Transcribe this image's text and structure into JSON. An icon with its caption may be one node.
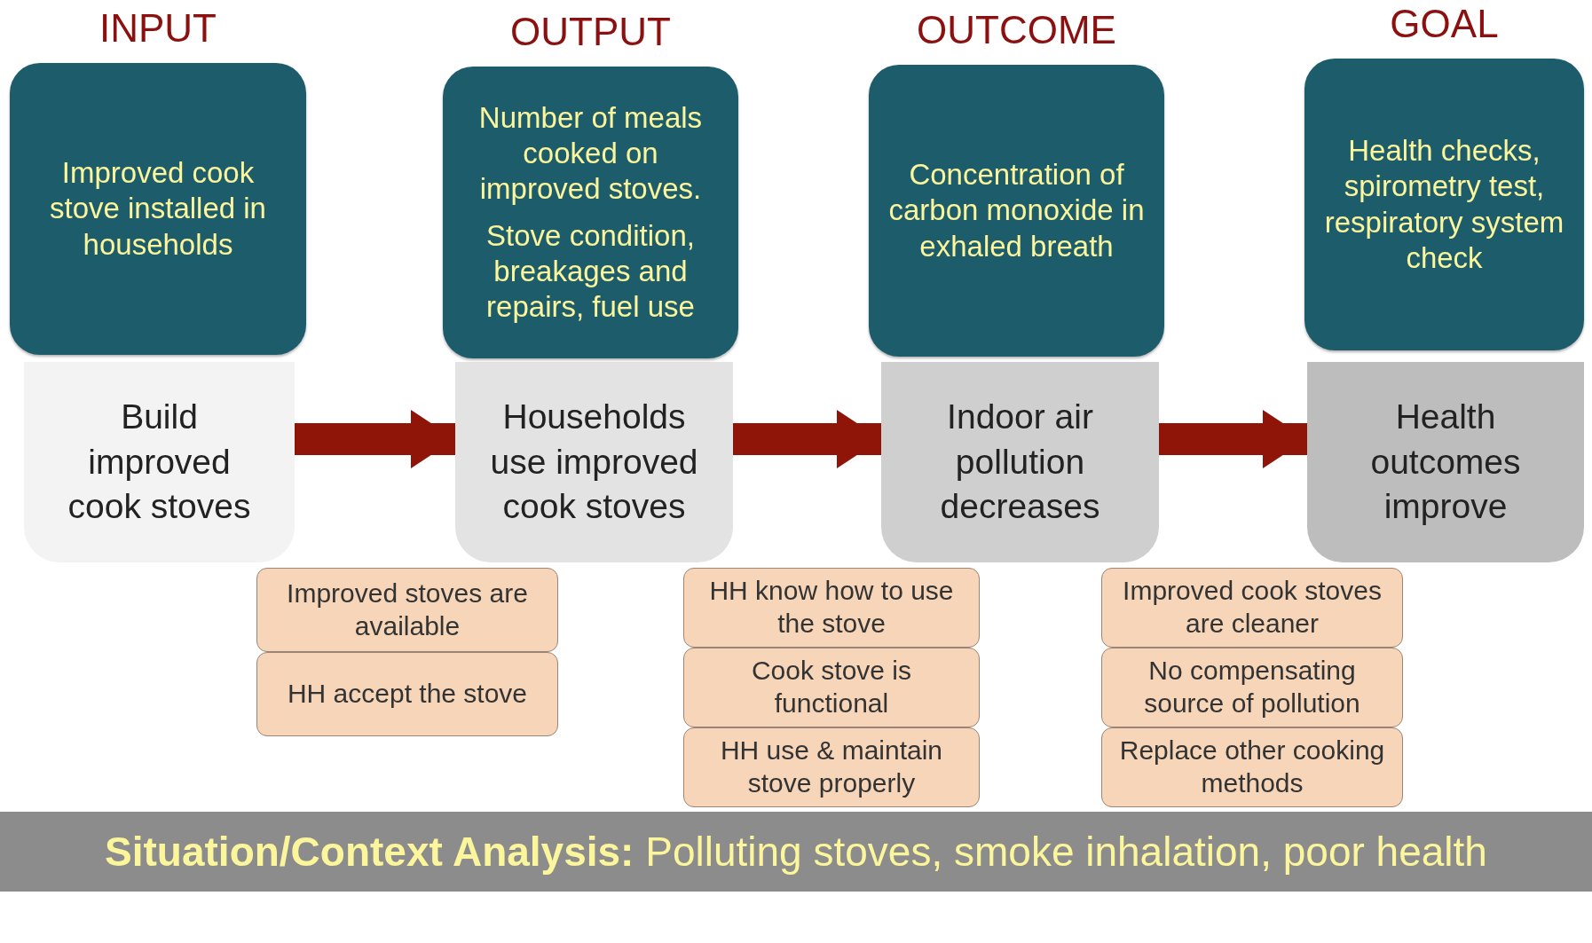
{
  "diagram": {
    "nodes": [
      {
        "text": [
          "Improved cook stove installed in households"
        ],
        "beside": [
          "INPUT"
        ]
      },
      {
        "text": [
          "Build improved cook stoves"
        ]
      },
      {
        "text": [
          "Number of meals cooked on improved stoves.",
          "Stove condition, breakages and repairs, fuel use"
        ],
        "beside": [
          "OUTPUT"
        ]
      },
      {
        "text": [
          "Households use improved cook stoves"
        ]
      },
      {
        "text": [
          "Concentration of carbon monoxide in exhaled breath"
        ],
        "beside": [
          "OUTCOME"
        ]
      },
      {
        "text": [
          "Indoor air pollution decreases"
        ]
      },
      {
        "text": [
          "Health checks, spirometry test, respiratory system check"
        ],
        "beside": [
          "GOAL"
        ]
      },
      {
        "text": [
          "Health outcomes improve"
        ]
      },
      {
        "text": [
          "Improved stoves are available"
        ]
      },
      {
        "text": [
          "HH accept the stove"
        ]
      },
      {
        "text": [
          "HH know how to use the stove"
        ]
      },
      {
        "text": [
          "Cook stove is functional"
        ]
      },
      {
        "text": [
          "HH use & maintain stove properly"
        ]
      },
      {
        "text": [
          "Improved cook stoves are cleaner"
        ]
      },
      {
        "text": [
          "No compensating source of pollution"
        ]
      },
      {
        "text": [
          "Replace other cooking methods"
        ]
      }
    ],
    "edges": [
      {
        "from": 1,
        "to": 3,
        "arrow": "to"
      },
      {
        "from": 3,
        "to": 5,
        "arrow": "to"
      },
      {
        "from": 5,
        "to": 7,
        "arrow": "to"
      }
    ],
    "labels": [
      "**Situation/Context Analysis:** Polluting stoves, smoke inhalation, poor health"
    ]
  }
}
